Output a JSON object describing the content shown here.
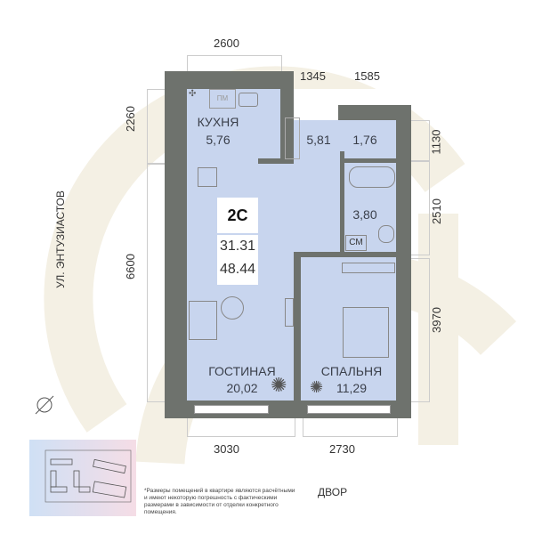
{
  "plan": {
    "type_code": "2С",
    "living_area": "31.31",
    "total_area": "48.44"
  },
  "rooms": {
    "kitchen": {
      "name": "КУХНЯ",
      "area": "5,76"
    },
    "hall": {
      "area": "5,81"
    },
    "closet": {
      "area": "1,76"
    },
    "bathroom": {
      "area": "3,80"
    },
    "washer": {
      "label": "СМ"
    },
    "living": {
      "name": "ГОСТИНАЯ",
      "area": "20,02"
    },
    "bedroom": {
      "name": "СПАЛЬНЯ",
      "area": "11,29"
    },
    "fridge": {
      "label": "ПМ"
    }
  },
  "dimensions": {
    "top": "2600",
    "top_mid": "1345",
    "top_right": "1585",
    "left_top": "2260",
    "left_main": "6600",
    "right_top": "1130",
    "right_mid": "2510",
    "right_bottom": "3970",
    "bottom_left": "3030",
    "bottom_right": "2730"
  },
  "street": "УЛ. ЭНТУЗИАСТОВ",
  "yard": "ДВОР",
  "note": "*Размеры помещений в квартире являются расчётными и имеют некоторую погрешность с фактическими размерами в зависимости от отделки конкретного помещения.",
  "colors": {
    "wall": "#6e726d",
    "room": "#c8d5ee",
    "watermark": "#f3efe3"
  }
}
